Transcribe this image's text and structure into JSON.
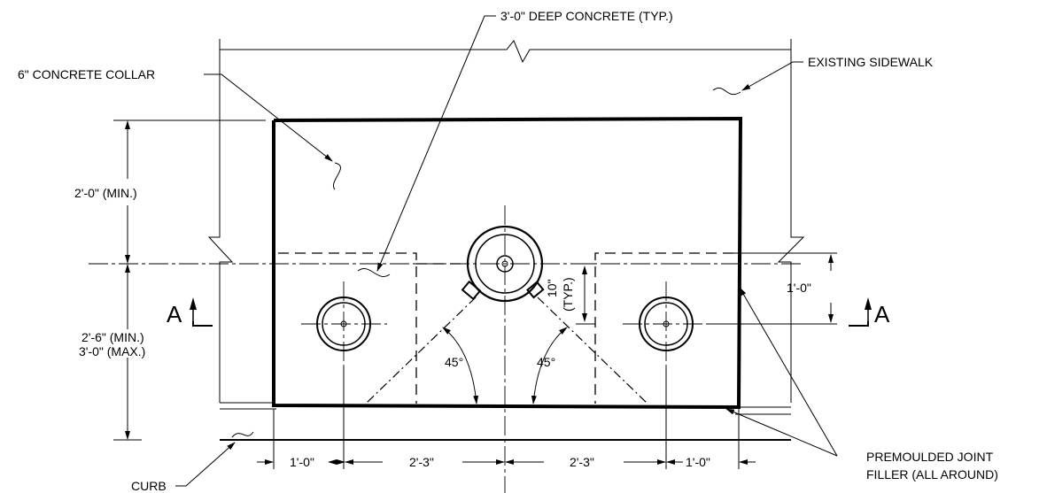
{
  "labels": {
    "deep_concrete": "3'-0\" DEEP CONCRETE (TYP.)",
    "concrete_collar": "6\" CONCRETE COLLAR",
    "existing_sidewalk": "EXISTING SIDEWALK",
    "premoulded_line1": "PREMOULDED JOINT",
    "premoulded_line2": "FILLER (ALL AROUND)",
    "curb": "CURB",
    "section_left": "A",
    "section_right": "A"
  },
  "dimensions": {
    "top_left_height": "2'-0\" (MIN.)",
    "bottom_left_height_min": "2'-6\" (MIN.)",
    "bottom_left_height_max": "3'-0\" (MAX.)",
    "right_offset": "1'-0\"",
    "ten_inch": "10\"",
    "ten_inch_typ": "(TYP.)",
    "angle_left": "45°",
    "angle_right": "45°",
    "bottom_1": "1'-0\"",
    "bottom_2": "2'-3\"",
    "bottom_3": "2'-3\"",
    "bottom_4": "1'-0\""
  }
}
